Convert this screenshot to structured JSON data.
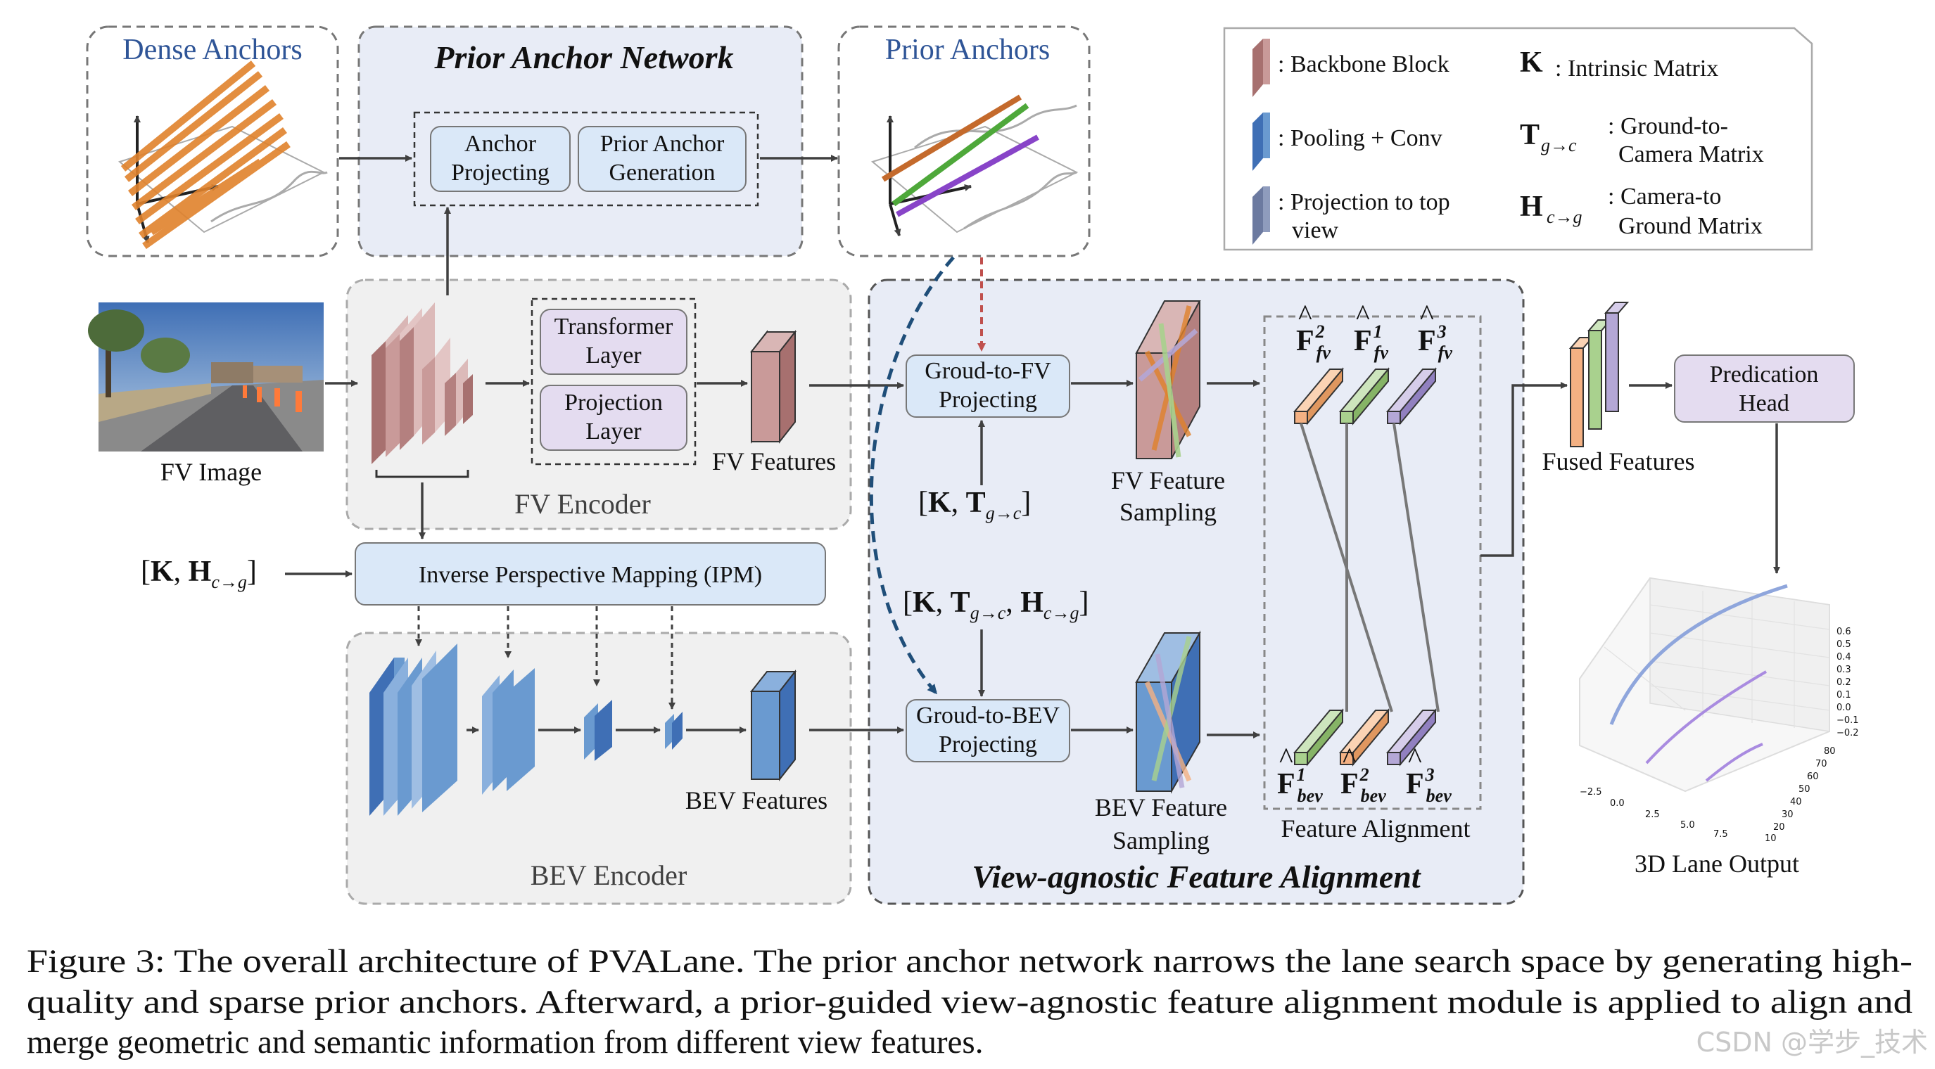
{
  "sections": {
    "dense_anchors": "Dense Anchors",
    "prior_anchor_network": "Prior Anchor Network",
    "prior_anchors": "Prior Anchors",
    "fv_encoder": "FV Encoder",
    "bev_encoder": "BEV Encoder",
    "vafa": "View-agnostic Feature Alignment"
  },
  "blocks": {
    "anchor_projecting": [
      "Anchor",
      "Projecting"
    ],
    "prior_anchor_generation": [
      "Prior Anchor",
      "Generation"
    ],
    "transformer_layer": [
      "Transformer",
      "Layer"
    ],
    "projection_layer": [
      "Projection",
      "Layer"
    ],
    "ipm": "Inverse Perspective Mapping (IPM)",
    "ground_to_fv": [
      "Groud-to-FV",
      "Projecting"
    ],
    "ground_to_bev": [
      "Groud-to-BEV",
      "Projecting"
    ],
    "prediction_head": [
      "Predication",
      "Head"
    ]
  },
  "labels": {
    "fv_image": "FV Image",
    "fv_features": "FV Features",
    "bev_features": "BEV Features",
    "fv_feature_sampling": [
      "FV Feature",
      "Sampling"
    ],
    "bev_feature_sampling": [
      "BEV Feature",
      "Sampling"
    ],
    "feature_alignment": "Feature Alignment",
    "fused_features": "Fused Features",
    "lane_output": "3D Lane Output"
  },
  "math": {
    "ipm_input": [
      "[",
      "K",
      ", ",
      "H",
      "c→g",
      "]"
    ],
    "fv_proj_input": [
      "[",
      "K",
      ", ",
      "T",
      "g→c",
      "]"
    ],
    "bev_proj_input": [
      "[",
      "K",
      ", ",
      "T",
      "g→c",
      ", ",
      "H",
      "c→g",
      "]"
    ],
    "fv_features": [
      {
        "sup": "2",
        "sub": "fv"
      },
      {
        "sup": "1",
        "sub": "fv"
      },
      {
        "sup": "3",
        "sub": "fv"
      }
    ],
    "bev_features": [
      {
        "sup": "1",
        "sub": "bev"
      },
      {
        "sup": "2",
        "sub": "bev"
      },
      {
        "sup": "3",
        "sub": "bev"
      }
    ]
  },
  "legend": {
    "backbone": ": Backbone Block",
    "pooling": ": Pooling + Conv",
    "projection_top": [
      ": Projection to top",
      "view"
    ],
    "intrinsic": {
      "sym": "K",
      "text": ": Intrinsic Matrix"
    },
    "g2c": {
      "sym": "T",
      "sub": "g→c",
      "text": [
        ": Ground-to-",
        "Camera Matrix"
      ]
    },
    "c2g": {
      "sym": "H",
      "sub": "c→g",
      "text": [
        ": Camera-to",
        "Ground Matrix"
      ]
    }
  },
  "plot3d": {
    "y_ticks": [
      "0.6",
      "0.5",
      "0.4",
      "0.3",
      "0.2",
      "0.1",
      "0.0",
      "−0.1",
      "−0.2"
    ],
    "x_ticks": [
      "−2.5",
      "0.0",
      "2.5",
      "5.0",
      "7.5"
    ],
    "z_ticks": [
      "80",
      "70",
      "60",
      "50",
      "40",
      "30",
      "20",
      "10"
    ]
  },
  "caption": [
    "Figure 3: The overall architecture of PVALane. The prior anchor network narrows the lane search space by generating high-",
    "quality and sparse prior anchors. Afterward, a prior-guided view-agnostic feature alignment module is applied to align and",
    "merge geometric and semantic information from different view features."
  ],
  "watermark": "CSDN @学步_技术",
  "colors": {
    "section_title": "#2f5597",
    "backbone": "#c99a99",
    "pooling": "#6a9ad0",
    "projection": "#8f9cbd",
    "feat_orange": "#f4b183",
    "feat_green": "#a9d18e",
    "feat_purple": "#b4a7d6",
    "blue_box": "#dae8f8",
    "purple_box": "#e4dcf0",
    "red_dash": "#c0504d",
    "blue_dash": "#1f4e79"
  }
}
